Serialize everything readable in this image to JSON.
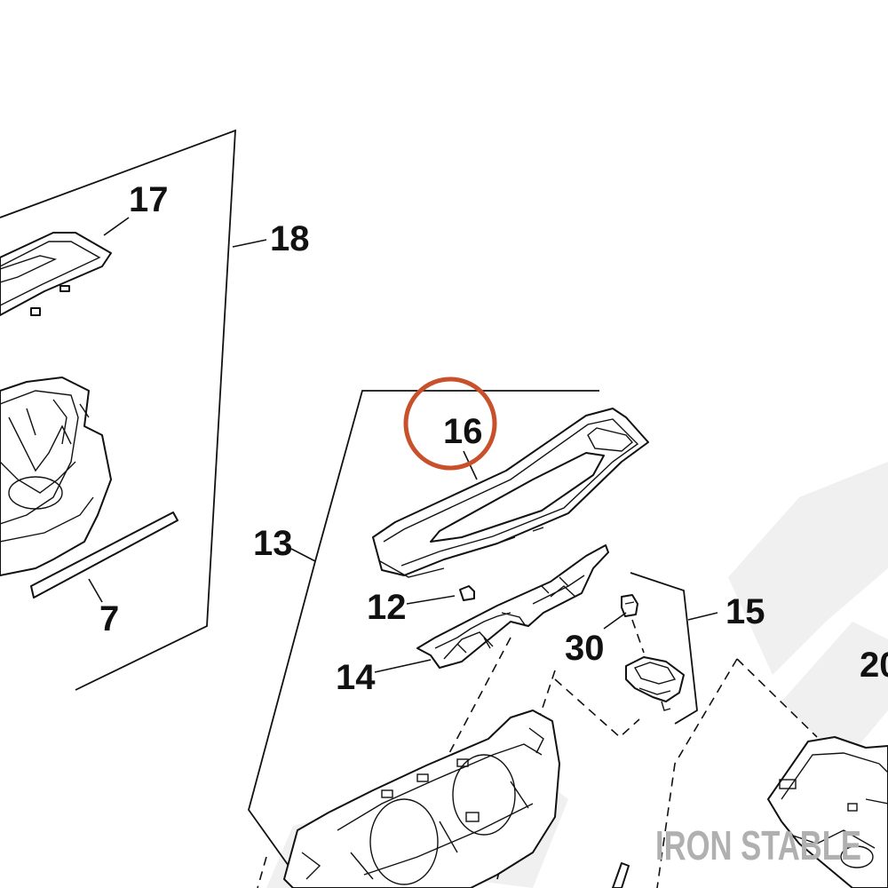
{
  "callouts": {
    "c7": "7",
    "c12": "12",
    "c13": "13",
    "c14": "14",
    "c15": "15",
    "c16": "16",
    "c17": "17",
    "c18": "18",
    "c20": "20",
    "c30": "30"
  },
  "watermark": {
    "text": "IRON STABLE"
  },
  "colors": {
    "highlight_ring": "#c8502a",
    "line": "#111111",
    "watermark_ghost": "#eeeeee"
  }
}
